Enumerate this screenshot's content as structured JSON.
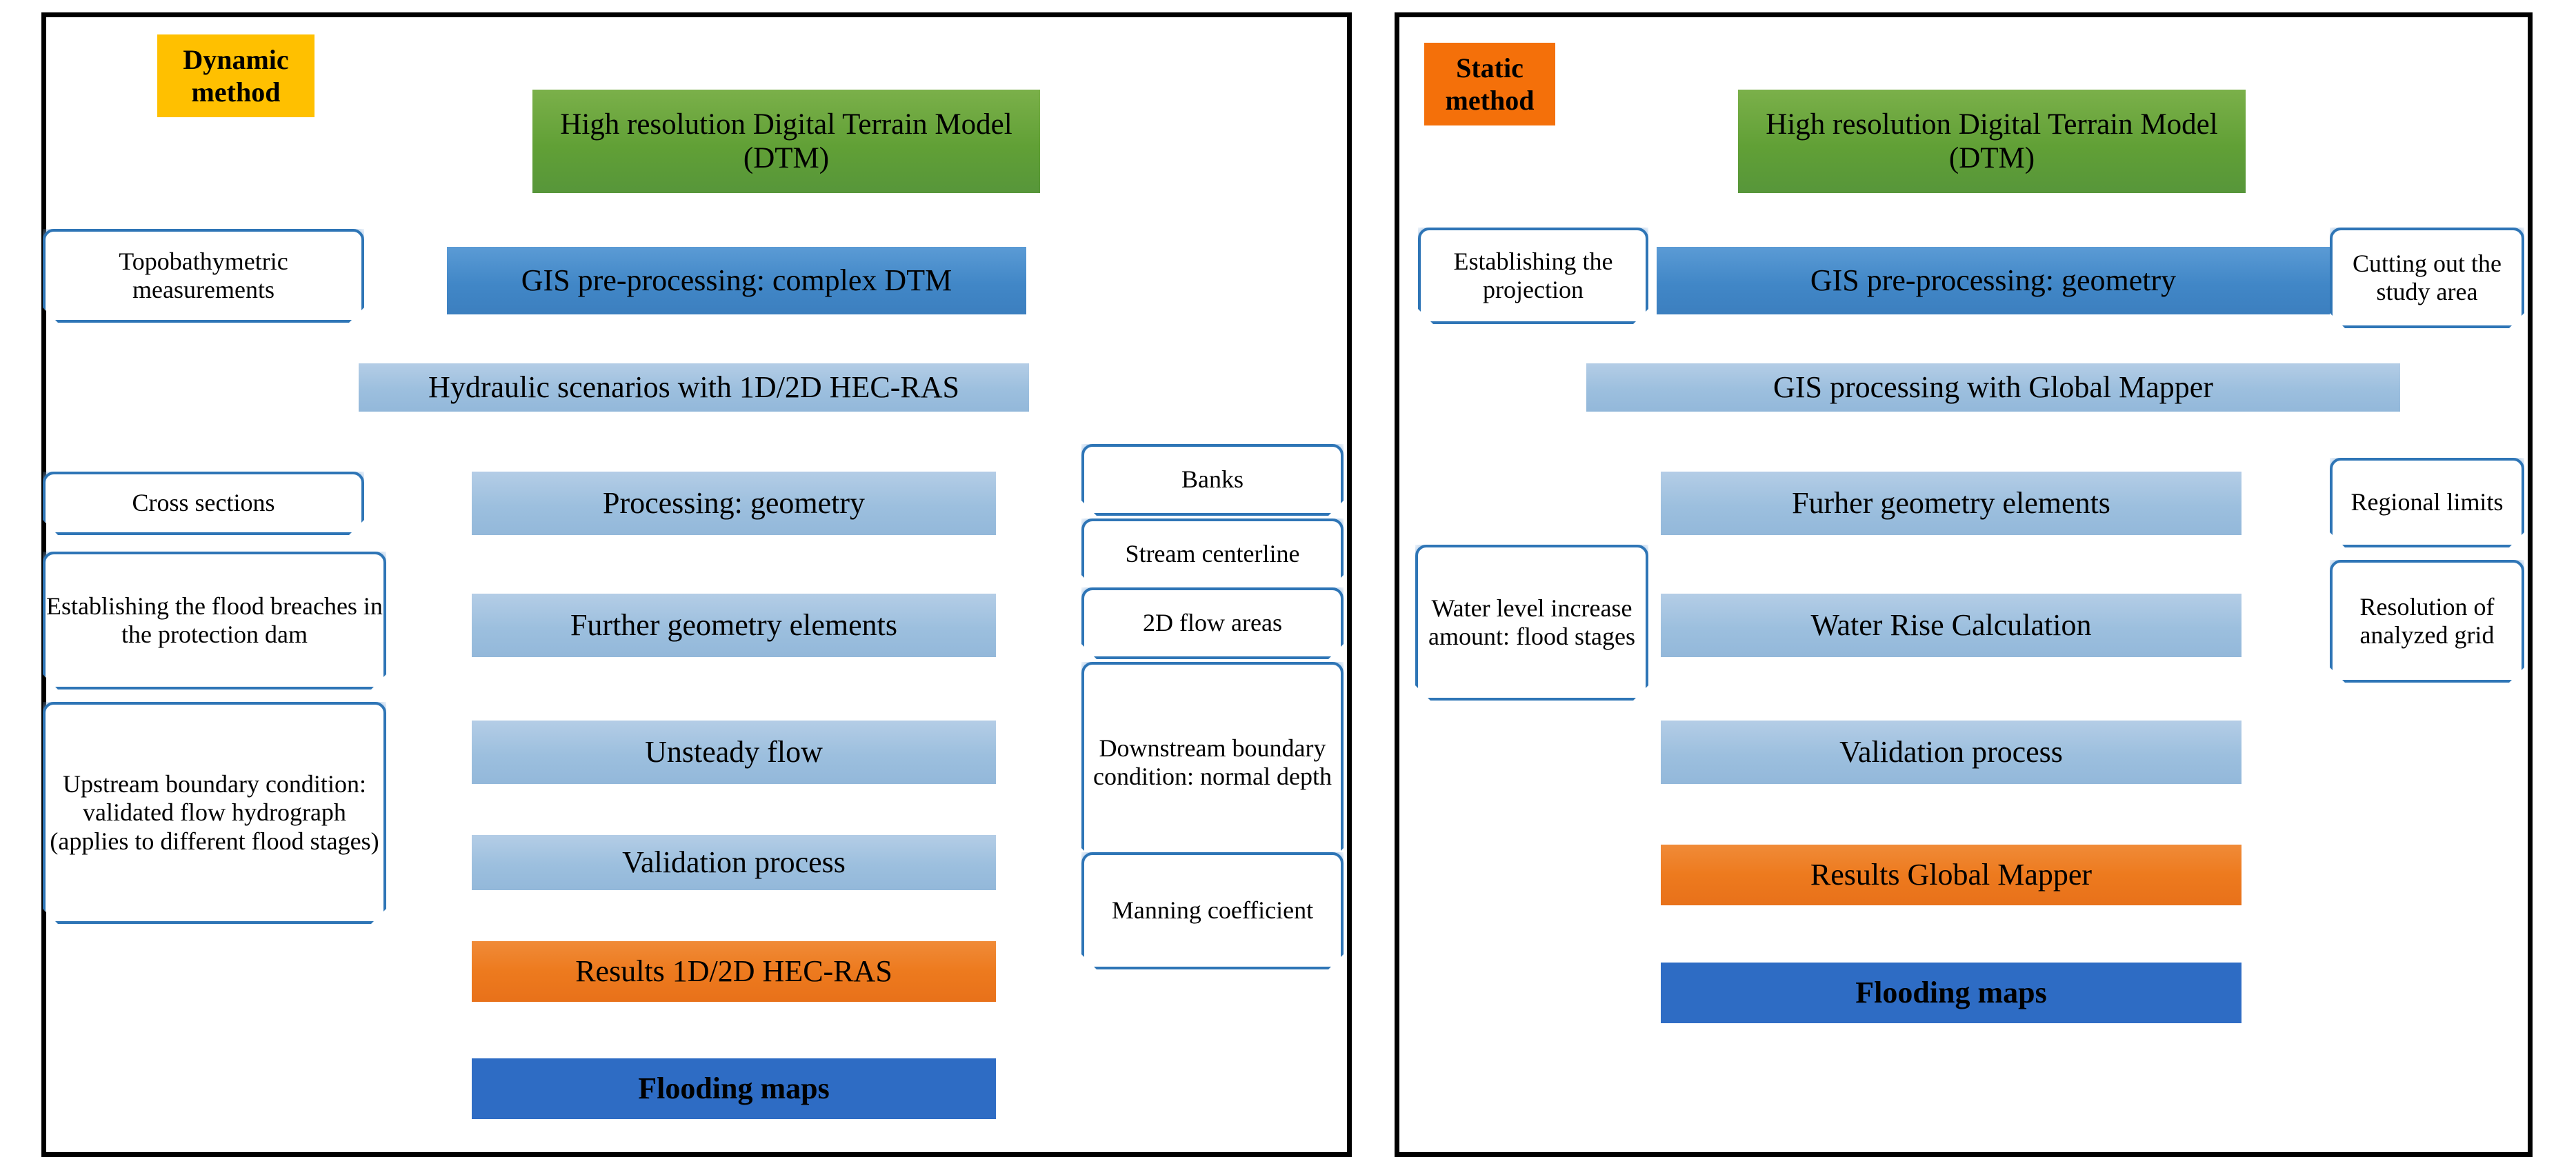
{
  "figure": {
    "type": "flowchart",
    "panels": [
      {
        "id": "dynamic",
        "title": "Dynamic method",
        "title_color": "#FFC000",
        "main_chain": [
          {
            "label": "High resolution Digital Terrain Model (DTM)",
            "style": "green"
          },
          {
            "label": "GIS pre-processing: complex DTM",
            "style": "dark-blue"
          },
          {
            "label": "Hydraulic scenarios with 1D/2D HEC-RAS",
            "style": "light-blue"
          },
          {
            "label": "Processing: geometry",
            "style": "light-blue"
          },
          {
            "label": "Further geometry elements",
            "style": "light-blue"
          },
          {
            "label": "Unsteady flow",
            "style": "light-blue"
          },
          {
            "label": "Validation process",
            "style": "light-blue"
          },
          {
            "label": "Results 1D/2D HEC-RAS",
            "style": "orange"
          },
          {
            "label": "Flooding maps",
            "style": "blue-bold"
          }
        ],
        "left_notes": [
          "Topobathymetric measurements",
          "Cross sections",
          "Establishing the flood breaches in the protection dam",
          "Upstream boundary condition: validated flow hydrograph (applies to different flood stages)"
        ],
        "right_notes": [
          "Banks",
          "Stream centerline",
          "2D flow areas",
          "Downstream boundary condition: normal depth",
          "Manning coefficient"
        ]
      },
      {
        "id": "static",
        "title": "Static method",
        "title_color": "#F4700A",
        "main_chain": [
          {
            "label": "High resolution Digital Terrain Model (DTM)",
            "style": "green"
          },
          {
            "label": "GIS pre-processing: geometry",
            "style": "dark-blue"
          },
          {
            "label": "GIS processing with Global Mapper",
            "style": "light-blue"
          },
          {
            "label": "Furher geometry elements",
            "style": "light-blue"
          },
          {
            "label": "Water Rise Calculation",
            "style": "light-blue"
          },
          {
            "label": "Validation process",
            "style": "light-blue"
          },
          {
            "label": "Results Global Mapper",
            "style": "orange"
          },
          {
            "label": "Flooding maps",
            "style": "blue-bold"
          }
        ],
        "left_notes": [
          "Establishing the projection",
          "Water level increase amount: flood stages"
        ],
        "right_notes": [
          "Cutting out the study area",
          "Regional limits",
          "Resolution of analyzed grid"
        ]
      }
    ],
    "colors": {
      "green": "#61A036",
      "dark_blue": "#4187C7",
      "light_blue": "#9CBFDE",
      "orange": "#ED7A1E",
      "final_blue": "#2E6CC4",
      "note_border": "#2E75B6",
      "arrow": "#3D76B8",
      "frame": "#000000",
      "chip_dynamic": "#FFC000",
      "chip_static": "#F4700A"
    }
  }
}
